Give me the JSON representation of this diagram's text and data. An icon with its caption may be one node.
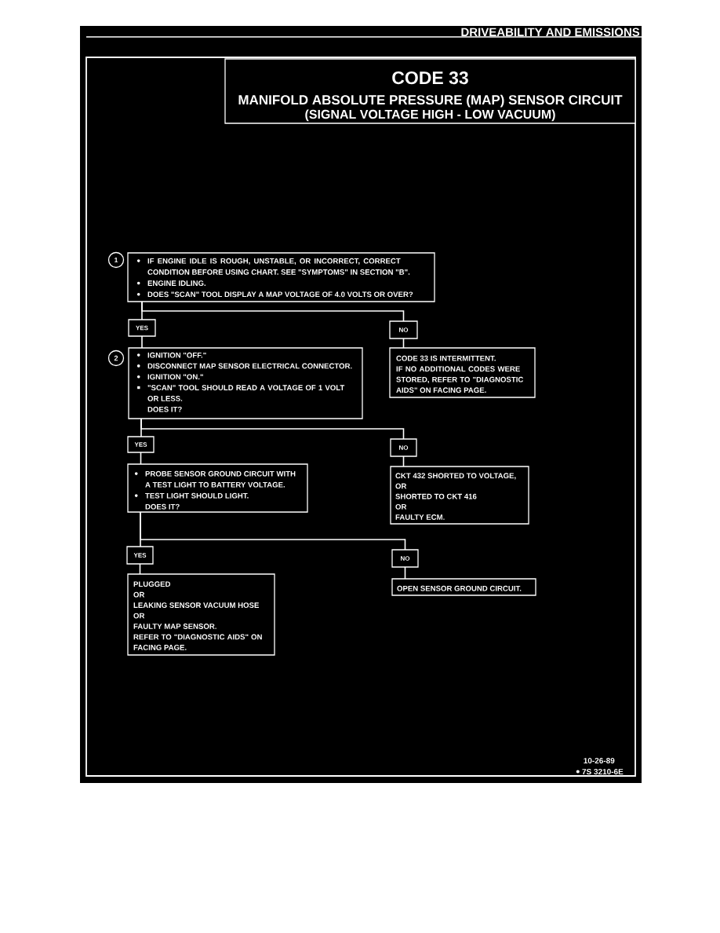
{
  "diagram": {
    "nodes": [
      {
        "text": [
          "CODE 33",
          "MANIFOLD ABSOLUTE PRESSURE (MAP) SENSOR CIRCUIT",
          "(SIGNAL VOLTAGE HIGH - LOW VACUUM)"
        ]
      },
      {
        "text": [
          "IF ENGINE IDLE IS ROUGH, UNSTABLE, OR INCORRECT, CORRECT CONDITION BEFORE USING CHART. SEE \"SYMPTOMS\" IN SECTION \"B\".",
          "ENGINE IDLING.",
          "DOES \"SCAN\" TOOL DISPLAY A MAP VOLTAGE OF 4.0 VOLTS OR OVER?"
        ],
        "beside": [
          "1"
        ]
      },
      {
        "text": [
          "YES"
        ]
      },
      {
        "text": [
          "NO"
        ]
      },
      {
        "text": [
          "IGNITION \"OFF.\"",
          "DISCONNECT MAP SENSOR ELECTRICAL CONNECTOR.",
          "IGNITION \"ON.\"",
          "\"SCAN\" TOOL SHOULD READ A VOLTAGE OF 1 VOLT OR LESS.",
          "DOES IT?"
        ],
        "beside": [
          "2"
        ]
      },
      {
        "text": [
          "CODE 33 IS INTERMITTENT.",
          "IF NO ADDITIONAL CODES WERE STORED, REFER TO \"DIAGNOSTIC AIDS\" ON FACING PAGE."
        ]
      },
      {
        "text": [
          "YES"
        ]
      },
      {
        "text": [
          "NO"
        ]
      },
      {
        "text": [
          "PROBE SENSOR GROUND CIRCUIT WITH A TEST LIGHT TO BATTERY VOLTAGE.",
          "TEST LIGHT SHOULD LIGHT.",
          "DOES IT?"
        ]
      },
      {
        "text": [
          "CKT 432 SHORTED TO VOLTAGE,",
          "OR",
          "SHORTED TO CKT 416",
          "OR",
          "FAULTY ECM."
        ]
      },
      {
        "text": [
          "YES"
        ]
      },
      {
        "text": [
          "NO"
        ]
      },
      {
        "text": [
          "PLUGGED",
          "OR",
          "LEAKING SENSOR VACUUM HOSE",
          "OR",
          "FAULTY MAP SENSOR.",
          "REFER TO \"DIAGNOSTIC AIDS\" ON FACING PAGE."
        ]
      },
      {
        "text": [
          "OPEN SENSOR GROUND CIRCUIT."
        ]
      }
    ],
    "edges": [
      {
        "from": 1,
        "to": 2,
        "arrow": "none"
      },
      {
        "from": 1,
        "to": 3,
        "arrow": "none"
      },
      {
        "from": 2,
        "to": 4,
        "arrow": "none"
      },
      {
        "from": 3,
        "to": 5,
        "arrow": "none"
      },
      {
        "from": 4,
        "to": 6,
        "arrow": "none"
      },
      {
        "from": 4,
        "to": 7,
        "arrow": "none"
      },
      {
        "from": 6,
        "to": 8,
        "arrow": "none"
      },
      {
        "from": 7,
        "to": 9,
        "arrow": "none"
      },
      {
        "from": 8,
        "to": 10,
        "arrow": "none"
      },
      {
        "from": 8,
        "to": 11,
        "arrow": "none"
      },
      {
        "from": 10,
        "to": 12,
        "arrow": "none"
      },
      {
        "from": 11,
        "to": 13,
        "arrow": "none"
      }
    ],
    "labels": [
      "DRIVEABILITY AND EMISSIONS",
      "10-26-89",
      "7S 3210-6E"
    ]
  }
}
